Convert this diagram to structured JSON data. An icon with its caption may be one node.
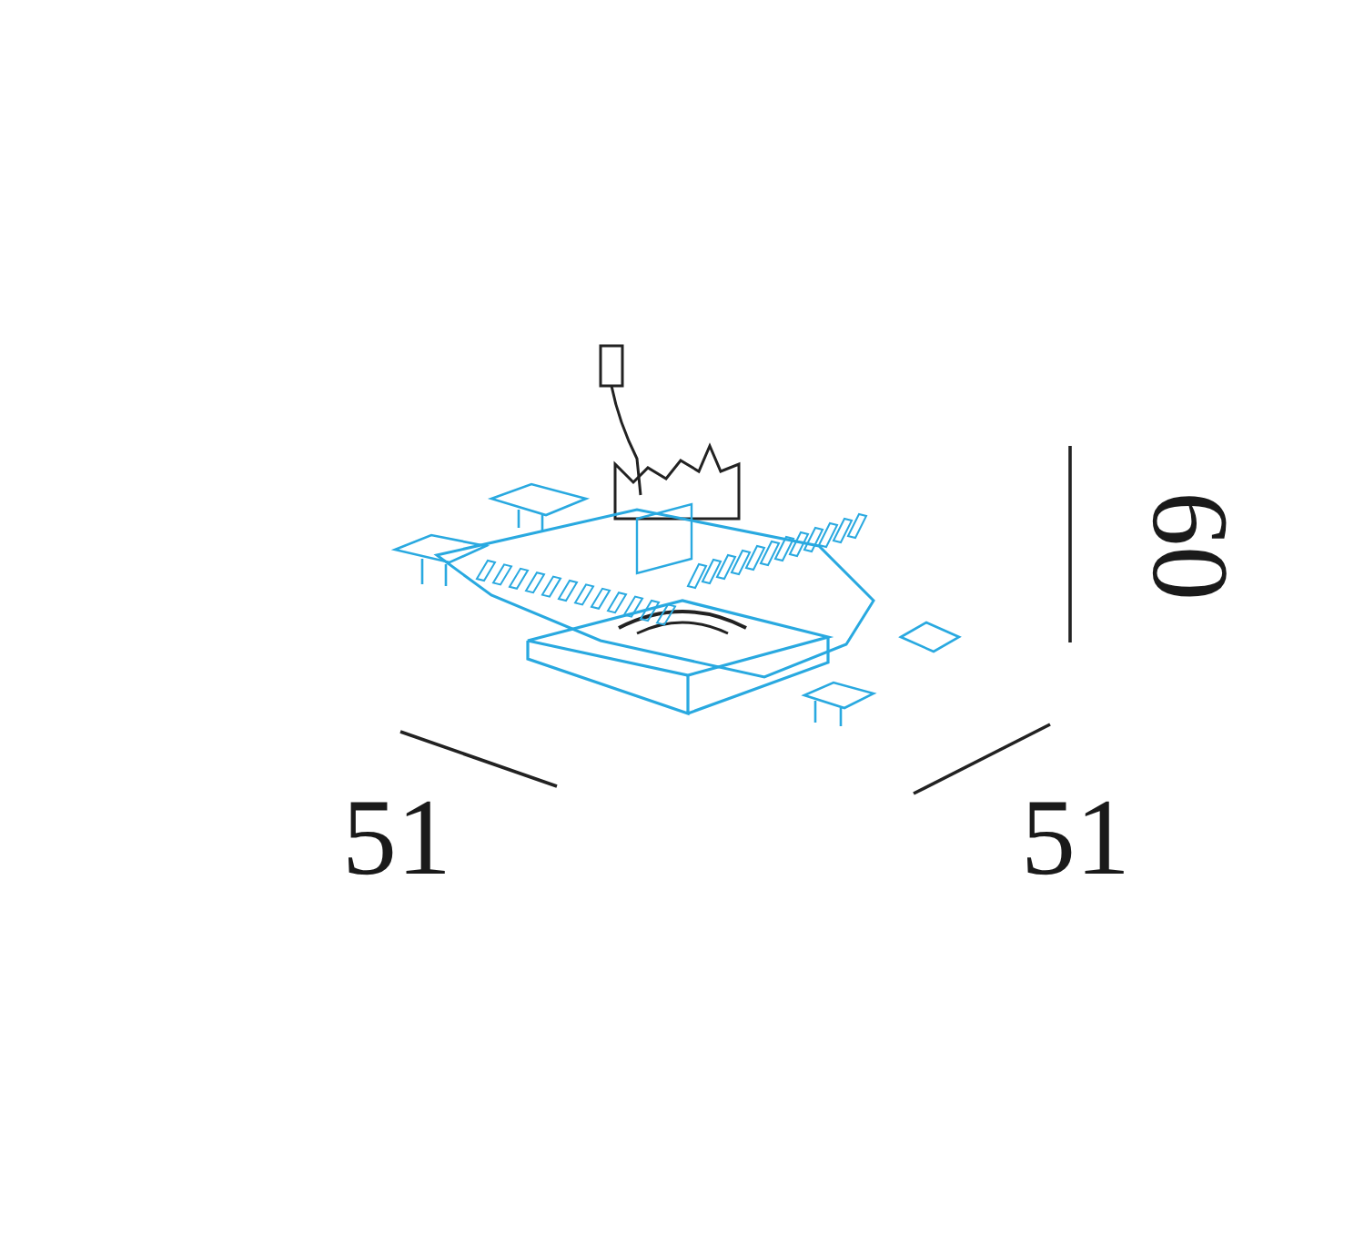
{
  "diagram": {
    "labels": [
      "60",
      "51",
      "51"
    ]
  }
}
